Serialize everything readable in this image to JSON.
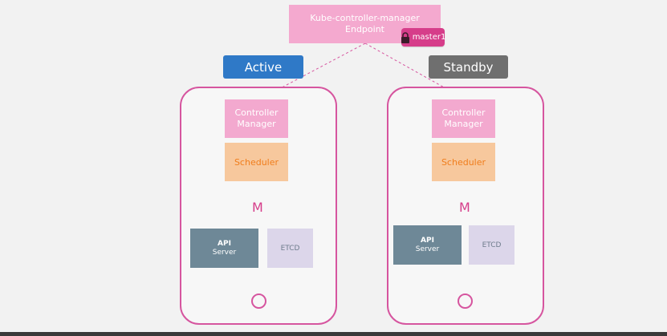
{
  "endpoint": {
    "line1": "Kube-controller-manager",
    "line2": "Endpoint",
    "lock_label": "master1"
  },
  "statuses": {
    "active": "Active",
    "standby": "Standby"
  },
  "nodes": [
    {
      "controller_manager_line1": "Controller",
      "controller_manager_line2": "Manager",
      "scheduler": "Scheduler",
      "m_label": "M",
      "api_line1": "API",
      "api_line2": "Server",
      "etcd": "ETCD"
    },
    {
      "controller_manager_line1": "Controller",
      "controller_manager_line2": "Manager",
      "scheduler": "Scheduler",
      "m_label": "M",
      "api_line1": "API",
      "api_line2": "Server",
      "etcd": "ETCD"
    }
  ],
  "colors": {
    "active": "#2f79c7",
    "standby": "#6f6f6f",
    "pink": "#f3a9cf",
    "magenta": "#d63d8a",
    "orange": "#f7c89d",
    "api": "#6e8897",
    "etcd": "#dcd6ea"
  },
  "icons": {
    "lock": "lock-icon",
    "home": "home-button-icon"
  }
}
